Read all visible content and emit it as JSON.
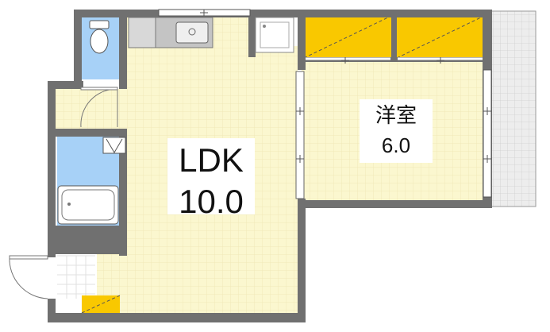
{
  "rooms": {
    "ldk": {
      "name": "LDK",
      "size": "10.0"
    },
    "western": {
      "name": "洋室",
      "size": "6.0"
    }
  },
  "colors": {
    "wall": "#707070",
    "floor": "#fbf7cf",
    "wet_area": "#a7d1f7",
    "closet": "#f9c800",
    "balcony": "#e6e6e6",
    "fixture": "#c8c8c8"
  }
}
